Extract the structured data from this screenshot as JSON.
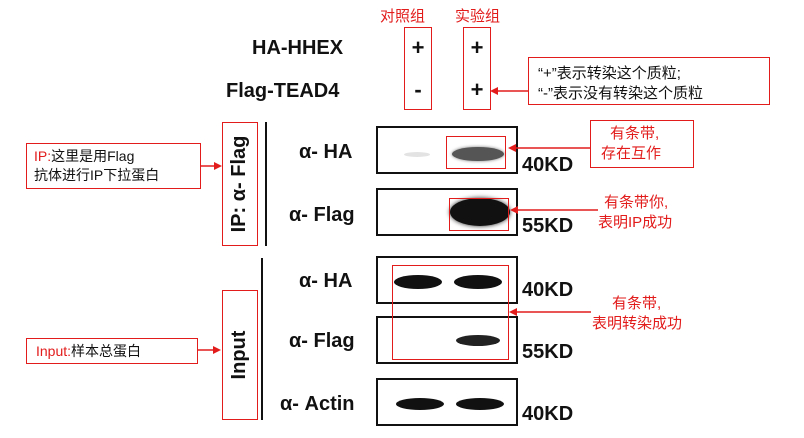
{
  "groups": {
    "control": "对照组",
    "experiment": "实验组"
  },
  "constructs": [
    {
      "label": "HA-HHEX",
      "control": "+",
      "experiment": "+"
    },
    {
      "label": "Flag-TEAD4",
      "control": "-",
      "experiment": "+"
    }
  ],
  "legend_note": {
    "line1": "“+”表示转染这个质粒;",
    "line2": "“-”表示没有转染这个质粒"
  },
  "sections": {
    "ip": "IP: α- Flag",
    "input": "Input"
  },
  "blots": [
    {
      "label": "α- HA",
      "marker": "40KD"
    },
    {
      "label": "α- Flag",
      "marker": "55KD"
    },
    {
      "label": "α- HA",
      "marker": "40KD"
    },
    {
      "label": "α- Flag",
      "marker": "55KD"
    },
    {
      "label": "α- Actin",
      "marker": "40KD"
    }
  ],
  "annotations": {
    "ip_band_ha": {
      "line1": "有条带,",
      "line2": "存在互作"
    },
    "ip_band_flag": {
      "line1": "有条带你,",
      "line2": "表明IP成功"
    },
    "input_band": {
      "line1": "有条带,",
      "line2": "表明转染成功"
    }
  },
  "side_notes": {
    "ip": {
      "prefix": "IP:",
      "line1_rest": "这里是用Flag",
      "line2": "抗体进行IP下拉蛋白"
    },
    "input": {
      "prefix": "Input:",
      "rest": "样本总蛋白"
    }
  },
  "colors": {
    "annotation": "#e21b1b",
    "text": "#111111"
  }
}
